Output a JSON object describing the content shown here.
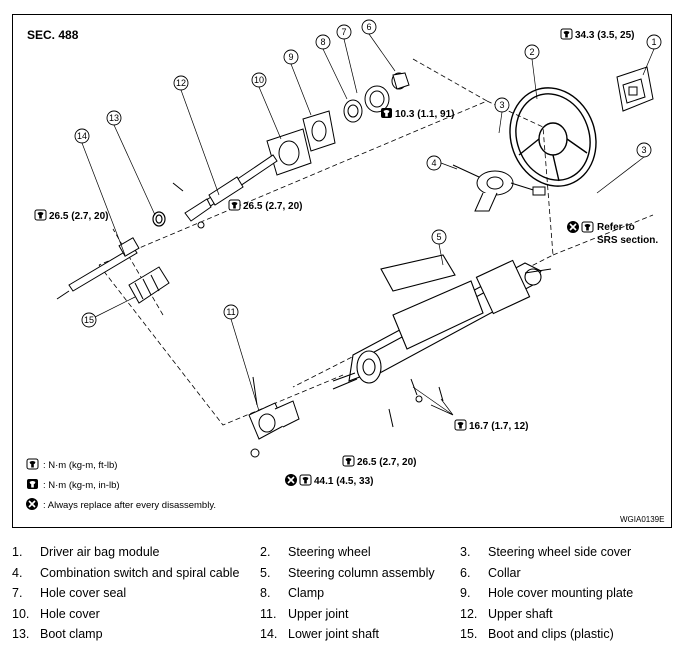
{
  "section": "SEC. 488",
  "image_code": "WGIA0139E",
  "callouts": [
    "1",
    "2",
    "3",
    "3",
    "4",
    "5",
    "6",
    "7",
    "8",
    "9",
    "10",
    "11",
    "12",
    "13",
    "14",
    "15"
  ],
  "torques": {
    "t1": "34.3 (3.5, 25)",
    "t2": "10.3 (1.1, 91)",
    "t3": "26.5 (2.7, 20)",
    "t4": "26.5 (2.7, 20)",
    "t5": "16.7 (1.7, 12)",
    "t6": "26.5 (2.7, 20)",
    "t7": "44.1 (4.5, 33)"
  },
  "refer": {
    "line1": "Refer to",
    "line2": "SRS section."
  },
  "legend": {
    "nm_ftlb": ": N·m (kg-m, ft-lb)",
    "nm_inlb": ": N·m (kg-m, in-lb)",
    "replace": ": Always replace after every disassembly."
  },
  "parts": [
    {
      "num": "1.",
      "name": "Driver air bag module"
    },
    {
      "num": "2.",
      "name": "Steering wheel"
    },
    {
      "num": "3.",
      "name": "Steering wheel side cover"
    },
    {
      "num": "4.",
      "name": "Combination switch and spiral cable"
    },
    {
      "num": "5.",
      "name": "Steering column assembly"
    },
    {
      "num": "6.",
      "name": "Collar"
    },
    {
      "num": "7.",
      "name": "Hole cover seal"
    },
    {
      "num": "8.",
      "name": "Clamp"
    },
    {
      "num": "9.",
      "name": "Hole cover mounting plate"
    },
    {
      "num": "10.",
      "name": "Hole cover"
    },
    {
      "num": "11.",
      "name": "Upper joint"
    },
    {
      "num": "12.",
      "name": "Upper shaft"
    },
    {
      "num": "13.",
      "name": "Boot clamp"
    },
    {
      "num": "14.",
      "name": "Lower joint shaft"
    },
    {
      "num": "15.",
      "name": "Boot and clips (plastic)"
    }
  ]
}
